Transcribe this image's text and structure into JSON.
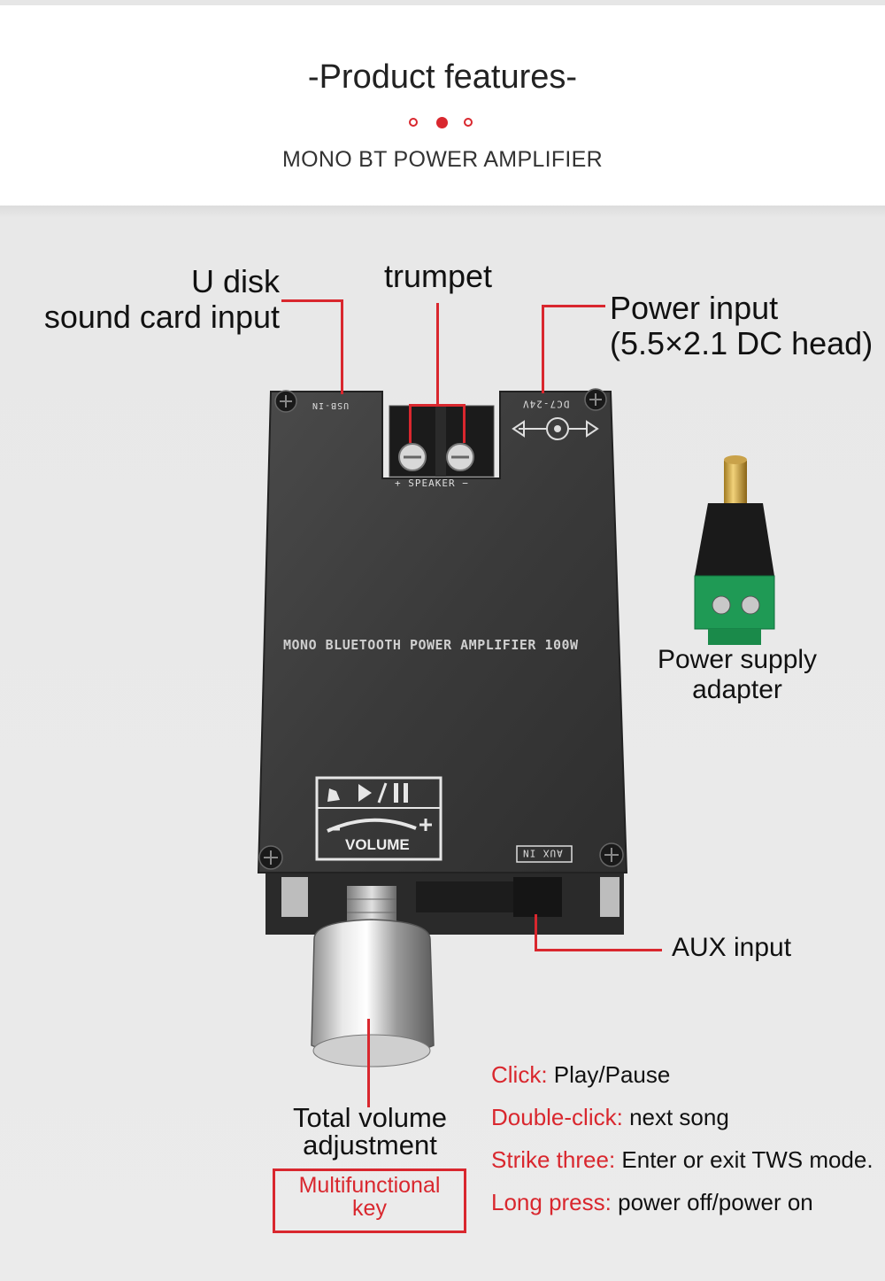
{
  "header": {
    "title": "-Product features-",
    "subtitle": "MONO BT POWER AMPLIFIER"
  },
  "labels": {
    "udisk_line1": "U disk",
    "udisk_line2": "sound card input",
    "trumpet": "trumpet",
    "power_line1": "Power input",
    "power_line2": "(5.5×2.1 DC head)",
    "adapter_line1": "Power supply",
    "adapter_line2": "adapter",
    "aux": "AUX input",
    "volume_line1": "Total volume",
    "volume_line2": "adjustment",
    "multi_line1": "Multifunctional",
    "multi_line2": "key"
  },
  "board": {
    "usb_silk": "USB-IN",
    "dc_silk": "DC7-24V",
    "speaker_silk": "+ SPEAKER −",
    "main_text": "MONO BLUETOOTH POWER AMPLIFIER 100W",
    "volume_silk": "VOLUME",
    "aux_silk": "AUX IN"
  },
  "functions": [
    {
      "key": "Click:",
      "desc": "Play/Pause"
    },
    {
      "key": "Double-click:",
      "desc": "next song"
    },
    {
      "key": "Strike three:",
      "desc": "Enter or exit TWS mode."
    },
    {
      "key": "Long press:",
      "desc": "power off/power on"
    }
  ],
  "colors": {
    "accent": "#d9272e",
    "board": "#3a3a3a",
    "terminal_green": "#1f9a55"
  }
}
